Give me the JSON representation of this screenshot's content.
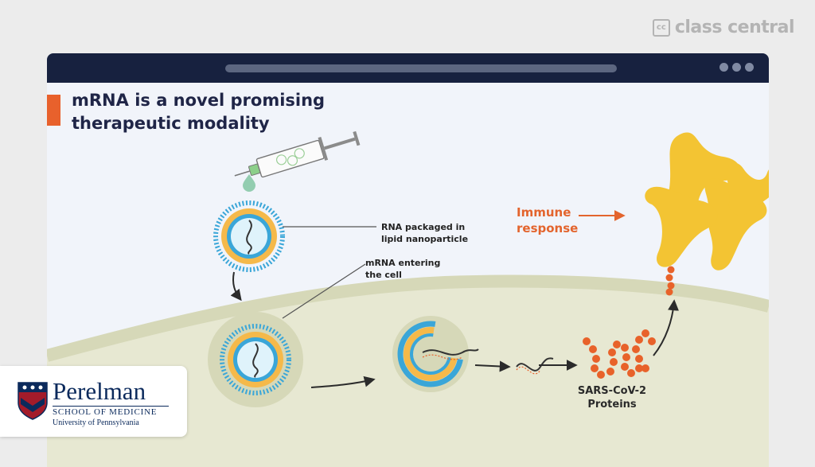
{
  "watermark": {
    "badge": "cc",
    "text": "class central"
  },
  "slide": {
    "title": "mRNA is a novel promising therapeutic modality",
    "labels": {
      "rna_packaged": "RNA packaged in lipid nanoparticle",
      "mrna_entering": "mRNA entering the cell",
      "immune": "Immune response",
      "proteins": "SARS-CoV-2 Proteins"
    }
  },
  "logo": {
    "name": "Perelman",
    "school": "SCHOOL OF MEDICINE",
    "university": "University of Pennsylvania"
  },
  "colors": {
    "titlebar": "#17213f",
    "accent": "#e8612c",
    "immune_cell": "#f3c433",
    "protein": "#e8622a",
    "nanoparticle_shell": "#3aa6d8",
    "lipid_core": "#f5b94a",
    "cell": "#e7e8d2",
    "membrane": "#d6d8b8"
  }
}
